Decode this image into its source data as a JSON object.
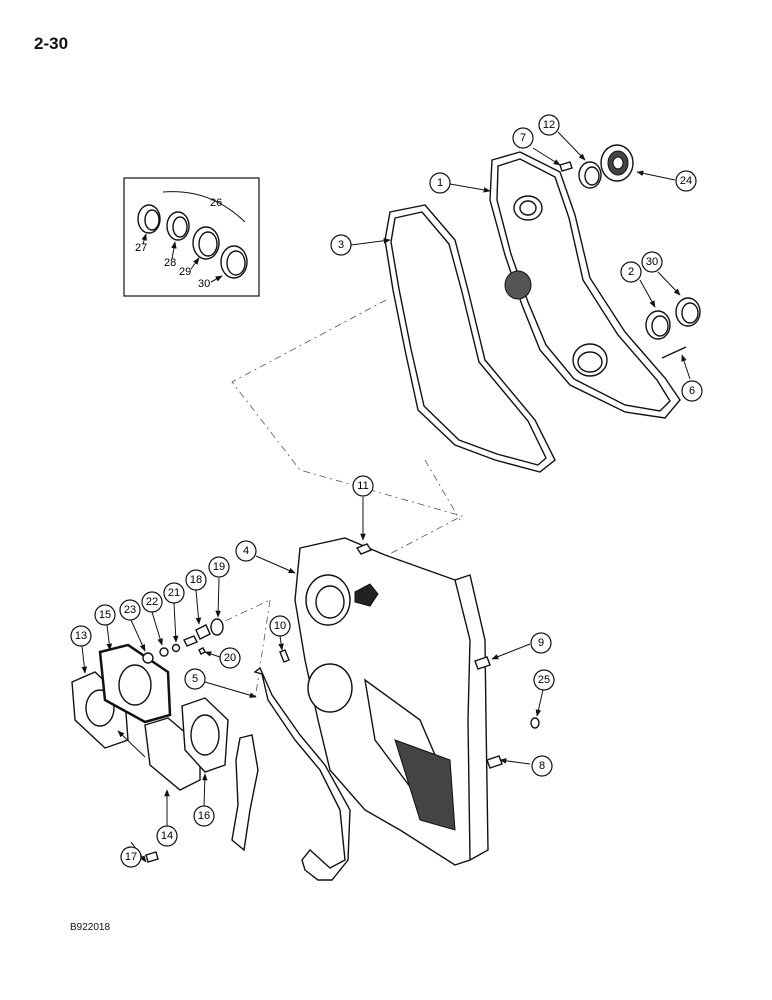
{
  "page_number": "2-30",
  "figure_code": "B922018",
  "callouts": [
    "1",
    "2",
    "3",
    "4",
    "5",
    "6",
    "7",
    "8",
    "9",
    "10",
    "11",
    "12",
    "13",
    "14",
    "15",
    "16",
    "17",
    "18",
    "19",
    "20",
    "21",
    "22",
    "23",
    "24",
    "25",
    "30"
  ],
  "inset_labels": [
    "26",
    "27",
    "28",
    "29",
    "30"
  ]
}
